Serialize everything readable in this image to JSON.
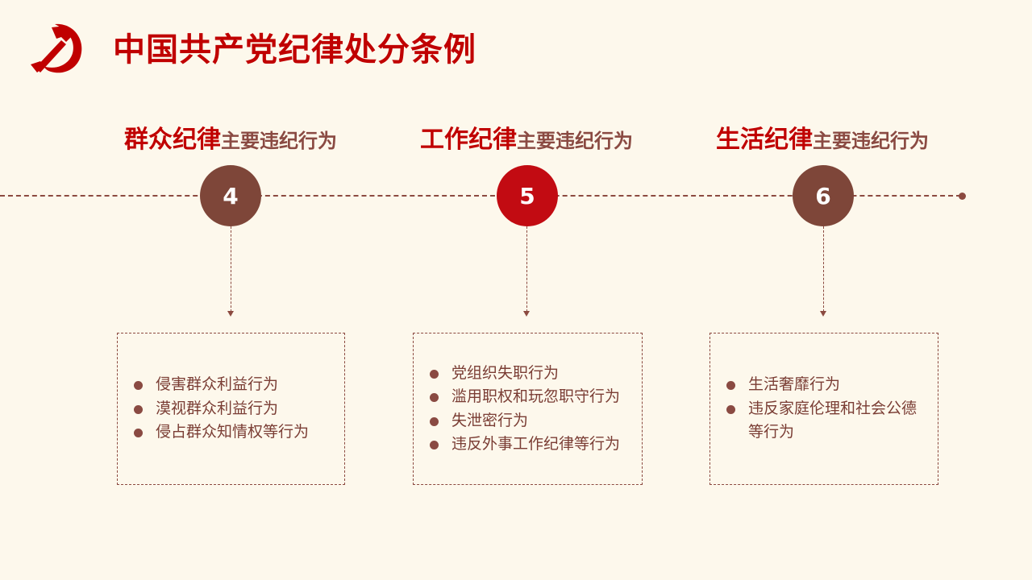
{
  "title": "中国共产党纪律处分条例",
  "logo_icon": "hammer-and-sickle",
  "colors": {
    "accent": "#c00000",
    "brown": "#7e4639",
    "background": "#fdf8ec"
  },
  "sections": [
    {
      "heading_strong": "群众纪律",
      "heading_rest": "主要违纪行为",
      "number": "4",
      "items": [
        "侵害群众利益行为",
        "漠视群众利益行为",
        "侵占群众知情权等行为"
      ]
    },
    {
      "heading_strong": "工作纪律",
      "heading_rest": "主要违纪行为",
      "number": "5",
      "items": [
        "党组织失职行为",
        "滥用职权和玩忽职守行为",
        "失泄密行为",
        "违反外事工作纪律等行为"
      ]
    },
    {
      "heading_strong": "生活纪律",
      "heading_rest": "主要违纪行为",
      "number": "6",
      "items": [
        "生活奢靡行为",
        "违反家庭伦理和社会公德等行为"
      ]
    }
  ]
}
